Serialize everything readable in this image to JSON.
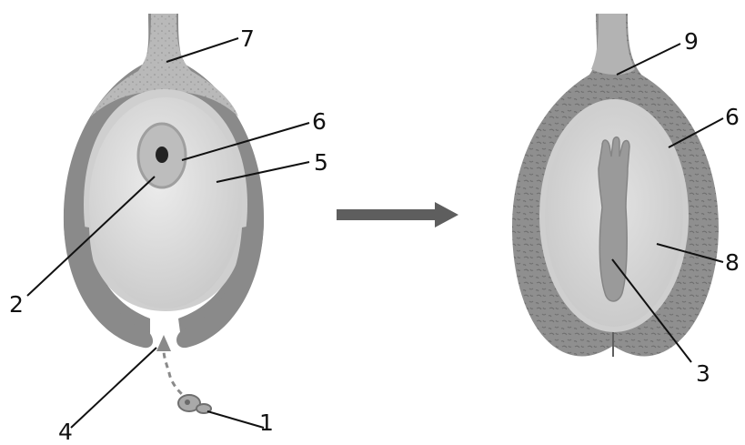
{
  "labels": {
    "l1": "1",
    "l2": "2",
    "l3": "3",
    "l4": "4",
    "l5": "5",
    "l6_left": "6",
    "l6_right": "6",
    "l7": "7",
    "l8": "8",
    "l9": "9"
  },
  "colors": {
    "wall": "#8a8a8a",
    "wall_light": "#a8a8a8",
    "cavity": "#d6d6d6",
    "ovule": "#e4e4e4",
    "embryo": "#9a9a9a",
    "arrow": "#5e5e5e",
    "leader": "#111111"
  }
}
